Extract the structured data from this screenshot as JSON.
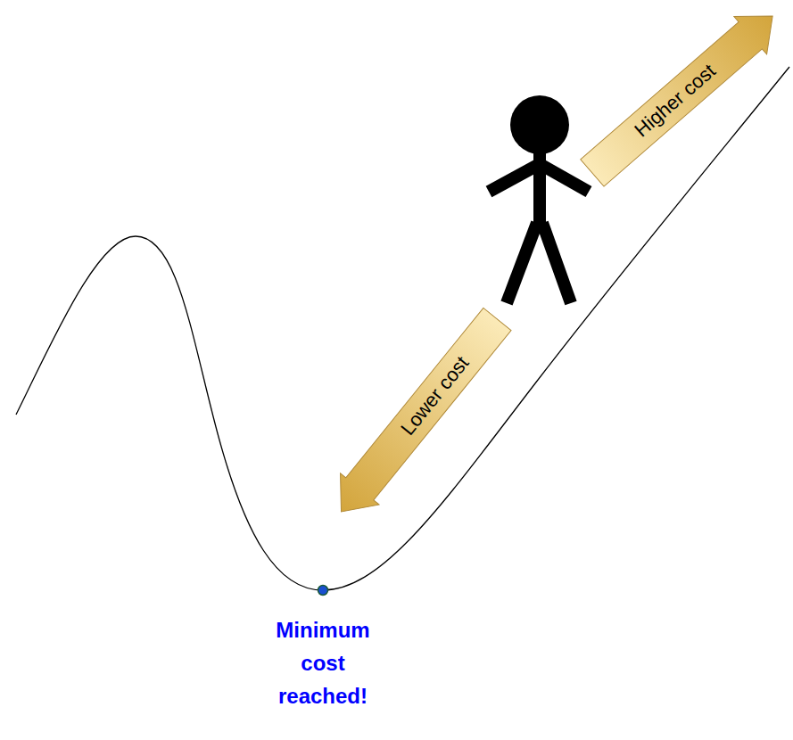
{
  "diagram": {
    "nodes": [
      {
        "text": [
          "Higher cost"
        ]
      },
      {
        "text": [
          "Lower cost"
        ]
      }
    ],
    "labels": [
      "Minimum cost reached!"
    ]
  }
}
